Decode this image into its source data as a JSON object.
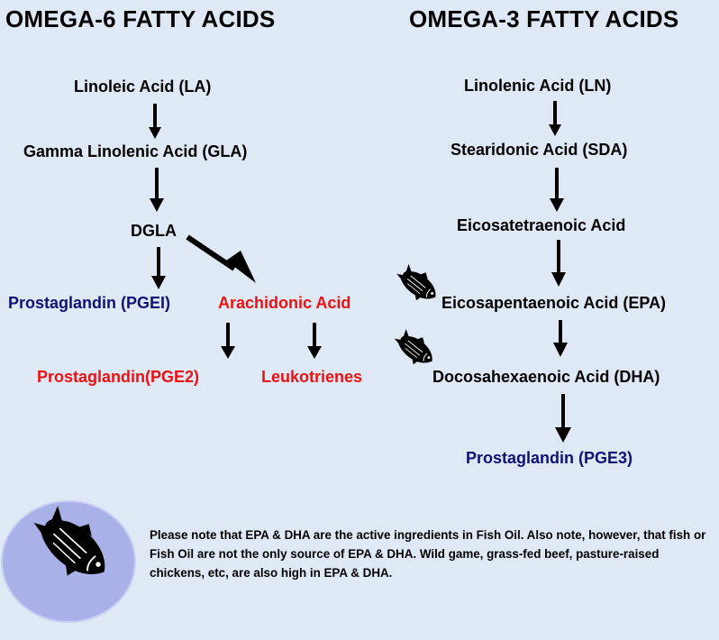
{
  "headings": {
    "omega6": "OMEGA-6 FATTY ACIDS",
    "omega3": "OMEGA-3 FATTY ACIDS"
  },
  "omega6": {
    "linoleic": "Linoleic Acid (LA)",
    "gla": "Gamma Linolenic Acid (GLA)",
    "dgla": "DGLA",
    "pge1": "Prostaglandin (PGEI)",
    "arachidonic": "Arachidonic Acid",
    "pge2": "Prostaglandin(PGE2)",
    "leukotrienes": "Leukotrienes"
  },
  "omega3": {
    "linolenic": "Linolenic Acid (LN)",
    "sda": "Stearidonic Acid (SDA)",
    "eicosatetraenoic": "Eicosatetraenoic Acid",
    "epa": "Eicosapentaenoic Acid (EPA)",
    "dha": "Docosahexaenoic Acid (DHA)",
    "pge3": "Prostaglandin (PGE3)"
  },
  "note": "Please note that EPA & DHA are the active ingredients in Fish Oil.  Also note, however, that fish or Fish Oil are not the only source of EPA & DHA.  Wild game, grass-fed beef, pasture-raised chickens, etc, are also high in EPA & DHA.",
  "icons": {
    "fish": "fish-icon",
    "badge": "fish-badge-icon",
    "arrow": "arrow-down-icon"
  },
  "colors": {
    "background": "#dfe8f5",
    "text": "#000000",
    "red": "#ee1111",
    "blue": "#111177",
    "badge": "#a9b1e8"
  }
}
